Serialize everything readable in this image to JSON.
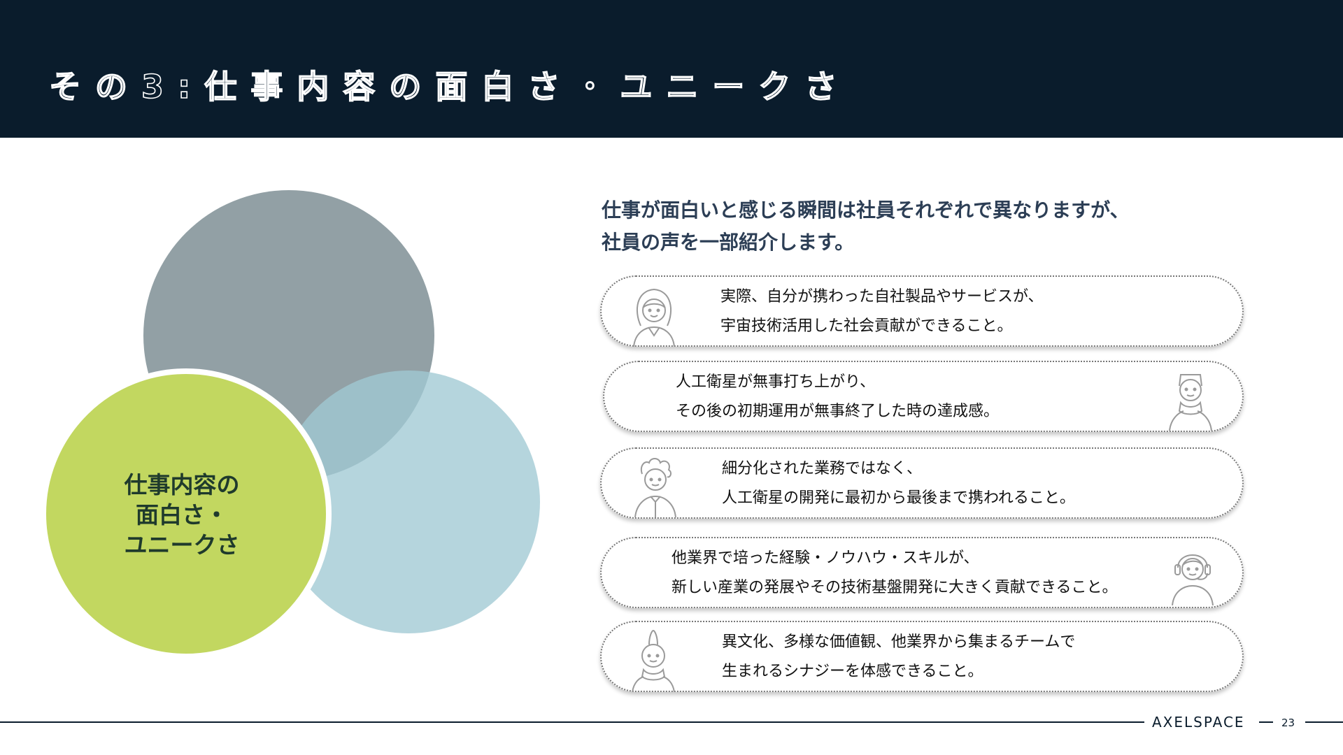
{
  "slide": {
    "title": "その3:仕事内容の面白さ・ユニークさ",
    "venn_label": "仕事内容の\n面白さ・\nユニークさ",
    "intro_line1": "仕事が面白いと感じる瞬間は社員それぞれで異なりますが、",
    "intro_line2": "社員の声を一部紹介します。",
    "cards": [
      {
        "line1": "実際、自分が携わった自社製品やサービスが、",
        "line2": "宇宙技術活用した社会貢献ができること。",
        "icon": "woman-long-hair-icon"
      },
      {
        "line1": "人工衛星が無事打ち上がり、",
        "line2": "その後の初期運用が無事終了した時の達成感。",
        "icon": "man-scarf-icon"
      },
      {
        "line1": "細分化された業務ではなく、",
        "line2": "人工衛星の開発に最初から最後まで携われること。",
        "icon": "man-curly-hair-icon"
      },
      {
        "line1": "他業界で培った経験・ノウハウ・スキルが、",
        "line2": "新しい産業の発展やその技術基盤開発に大きく貢献できること。",
        "icon": "woman-headset-icon"
      },
      {
        "line1": "異文化、多様な価値観、他業界から集まるチームで",
        "line2": "生まれるシナジーを体感できること。",
        "icon": "man-mohawk-icon"
      }
    ]
  },
  "footer": {
    "brand": "AXELSPACE",
    "page_number": "23"
  },
  "colors": {
    "header_bg": "#0a1c2c",
    "circle_gray": "#7c8d93",
    "circle_blue": "#a0c9d3",
    "circle_green": "#c2d760"
  }
}
